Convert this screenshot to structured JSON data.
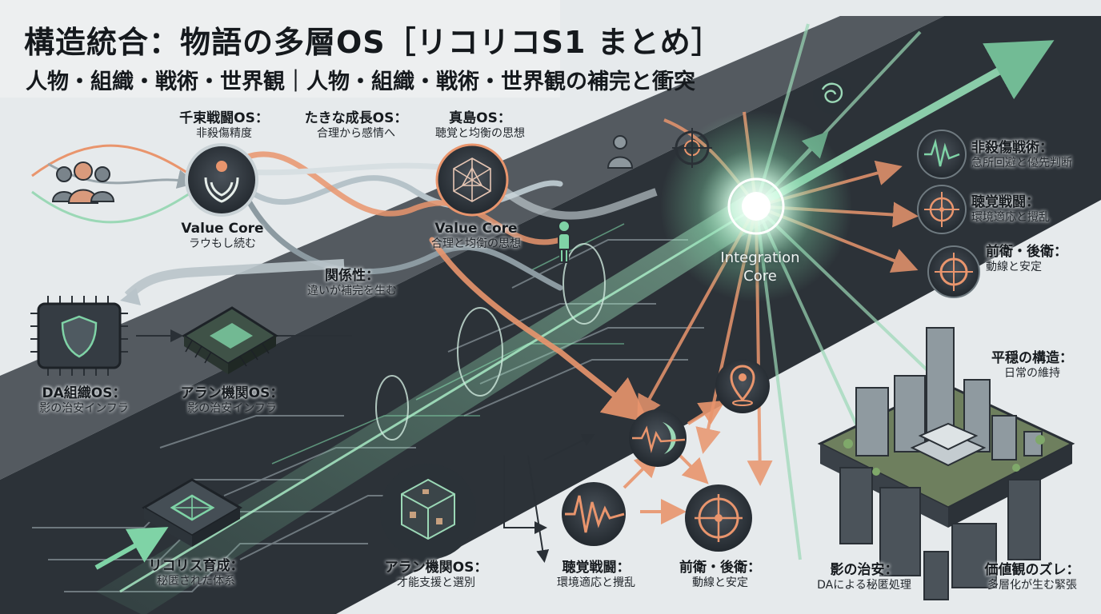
{
  "header": {
    "title": "構造統合：物語の多層OS［リコリコS1 まとめ］",
    "subtitle": "人物・組織・戦術・世界観｜人物・組織・戦術・世界観の補完と衝突"
  },
  "nodes": {
    "chisato": {
      "title": "千束戦闘OS：",
      "sub": "非殺傷精度"
    },
    "takina": {
      "title": "たきな成長OS：",
      "sub": "合理から感情へ"
    },
    "majima": {
      "title": "真島OS：",
      "sub": "聴覚と均衡の思想"
    },
    "value_core_left": {
      "title": "Value Core",
      "sub": "ラウもし続む"
    },
    "value_core_right": {
      "title": "Value Core",
      "sub": "合理と均衡の思想"
    },
    "relation": {
      "title": "関係性：",
      "sub": "違いが補完を生む"
    },
    "integration": {
      "line1": "Integration",
      "line2": "Core"
    },
    "da_org": {
      "title": "DA組織OS：",
      "sub": "影の治安インフラ"
    },
    "alan_upper": {
      "title": "アラン機関OS：",
      "sub": "影の治安インフラ"
    },
    "lycoris": {
      "title": "リコリス育成：",
      "sub": "秘匿された体系"
    },
    "alan_lower": {
      "title": "アラン機関OS：",
      "sub": "才能支援と選別"
    },
    "hearing_lower": {
      "title": "聴覚戦闘：",
      "sub": "環境適応と攪乱"
    },
    "vanguard_lower": {
      "title": "前衛・後衛：",
      "sub": "動線と安定"
    },
    "nonlethal_right": {
      "title": "非殺傷戦術：",
      "sub": "急所回避と優先判断"
    },
    "hearing_right": {
      "title": "聴覚戦闘：",
      "sub": "環境適応と攪乱"
    },
    "vanguard_right": {
      "title": "前衛・後衛：",
      "sub": "動線と安定"
    },
    "peace": {
      "title": "平穏の構造：",
      "sub": "日常の維持"
    },
    "shadow": {
      "title": "影の治安：",
      "sub": "DAによる秘匿処理"
    },
    "values_gap": {
      "title": "価値観のズレ：",
      "sub": "多層化が生む緊張"
    }
  },
  "icons": {
    "people": "people-group-icon",
    "chisato": "flame-hands-icon",
    "majima": "geodesic-shape-icon",
    "da": "shield-chip-icon",
    "alan_chip": "circuit-chip-icon",
    "lycoris_chip": "circuit-chip-icon",
    "cube": "cube-network-icon",
    "pin": "location-pin-icon",
    "swirl": "swirl-icon",
    "target": "crosshair-icon",
    "wave": "waveform-icon"
  },
  "colors": {
    "green": "#7fd3a6",
    "orange": "#e9956d",
    "dark_band": "#2c3238",
    "node_dark": "#3a4148",
    "background": "#e6eaec"
  }
}
